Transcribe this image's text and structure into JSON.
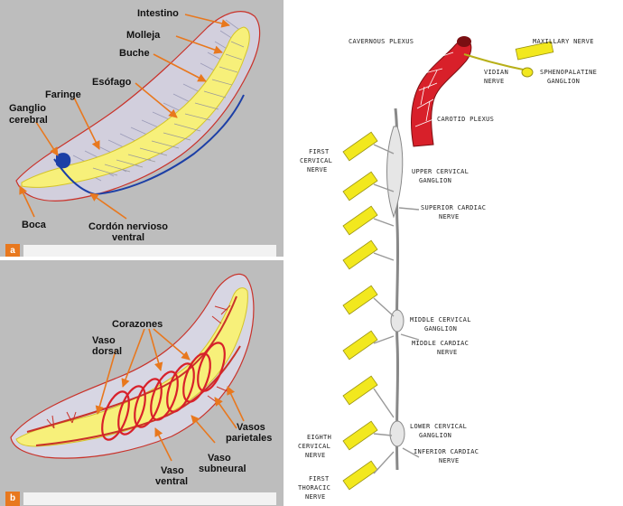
{
  "panel_a": {
    "tag": "a",
    "labels": {
      "intestino": "Intestino",
      "molleja": "Molleja",
      "buche": "Buche",
      "esofago": "Esófago",
      "faringe": "Faringe",
      "ganglio_1": "Ganglio",
      "ganglio_2": "cerebral",
      "boca": "Boca",
      "cordon_1": "Cordón nervioso",
      "cordon_2": "ventral"
    }
  },
  "panel_b": {
    "tag": "b",
    "labels": {
      "corazones": "Corazones",
      "vaso_dorsal_1": "Vaso",
      "vaso_dorsal_2": "dorsal",
      "vasos_parietales_1": "Vasos",
      "vasos_parietales_2": "parietales",
      "vaso_subneural_1": "Vaso",
      "vaso_subneural_2": "subneural",
      "vaso_ventral_1": "Vaso",
      "vaso_ventral_2": "ventral"
    }
  },
  "nerves": {
    "cavernous_plexus": "CAVERNOUS PLEXUS",
    "maxillary_nerve": "MAXILLARY NERVE",
    "vidian_1": "VIDIAN",
    "vidian_2": "NERVE",
    "spheno_1": "SPHENOPALATINE",
    "spheno_2": "GANGLION",
    "carotid_plexus": "CAROTID PLEXUS",
    "first_cervical_1": "FIRST",
    "first_cervical_2": "CERVICAL",
    "first_cervical_3": "NERVE",
    "upper_cervical_1": "UPPER CERVICAL",
    "upper_cervical_2": "GANGLION",
    "superior_cardiac_1": "SUPERIOR CARDIAC",
    "superior_cardiac_2": "NERVE",
    "middle_cervical_1": "MIDDLE CERVICAL",
    "middle_cervical_2": "GANGLION",
    "middle_cardiac_1": "MIDDLE CARDIAC",
    "middle_cardiac_2": "NERVE",
    "lower_cervical_1": "LOWER CERVICAL",
    "lower_cervical_2": "GANGLION",
    "inferior_cardiac_1": "INFERIOR CARDIAC",
    "inferior_cardiac_2": "NERVE",
    "eighth_cervical_1": "EIGHTH",
    "eighth_cervical_2": "CERVICAL",
    "eighth_cervical_3": "NERVE",
    "first_thoracic_1": "FIRST",
    "first_thoracic_2": "THORACIC",
    "first_thoracic_3": "NERVE"
  },
  "colors": {
    "panel_bg": "#bdbdbd",
    "worm_yellow": "#f7f07a",
    "worm_outline": "#c9322a",
    "nerve_blue": "#1c3fa6",
    "arrow_orange": "#e8781e",
    "carotid_red": "#d8202a",
    "nerve_yellow": "#f2e81e"
  }
}
